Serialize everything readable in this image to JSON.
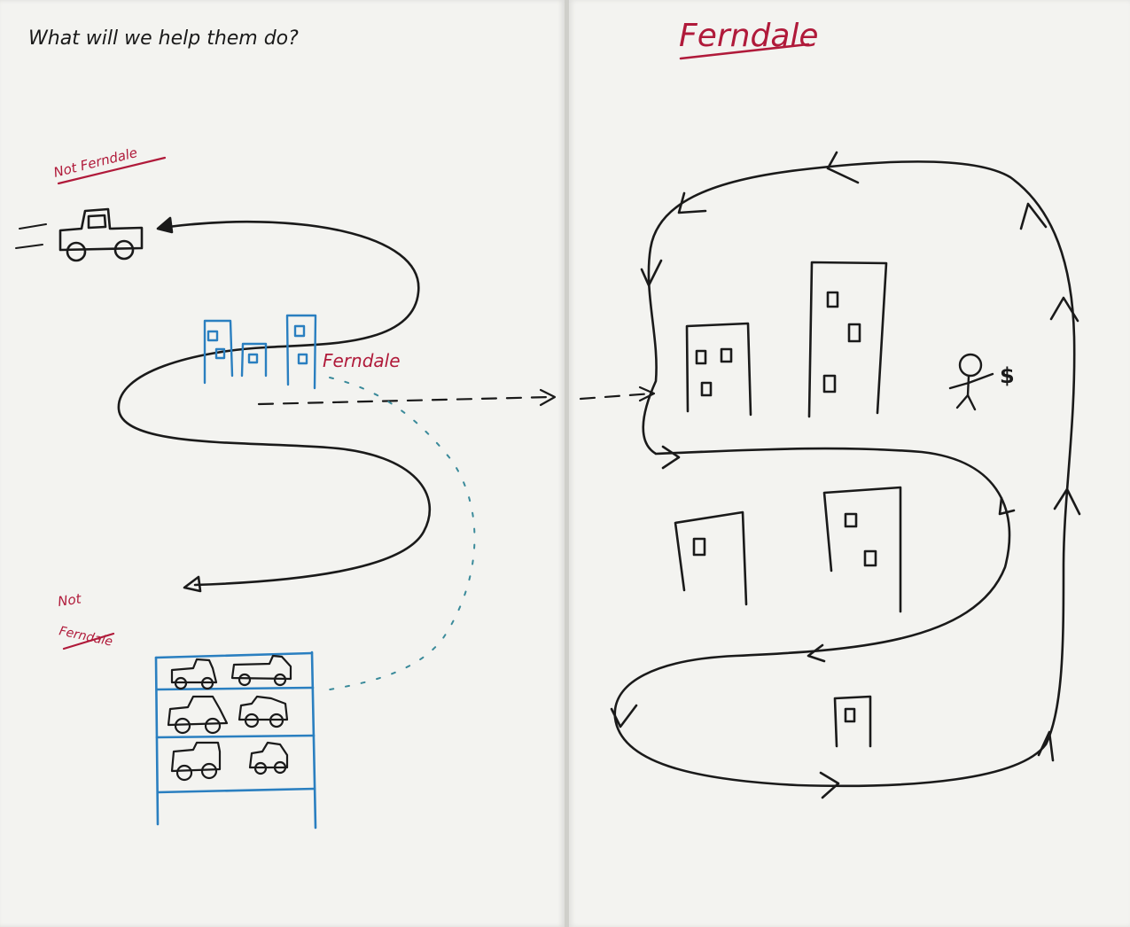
{
  "question": "What will we help them do?",
  "left_panel": {
    "label_not_ferndale_top": "Not Ferndale",
    "label_ferndale": "Ferndale",
    "label_not_ferndale_bottom_line1": "Not",
    "label_not_ferndale_bottom_line2": "Ferndale"
  },
  "right_panel": {
    "title": "Ferndale",
    "dollar_sign": "$"
  },
  "colors": {
    "black_ink": "#1a1a1a",
    "red_ink": "#b01a3a",
    "blue_ink": "#2a7fc0",
    "teal_ink": "#3a8a9a",
    "paper": "#f3f3f0"
  }
}
